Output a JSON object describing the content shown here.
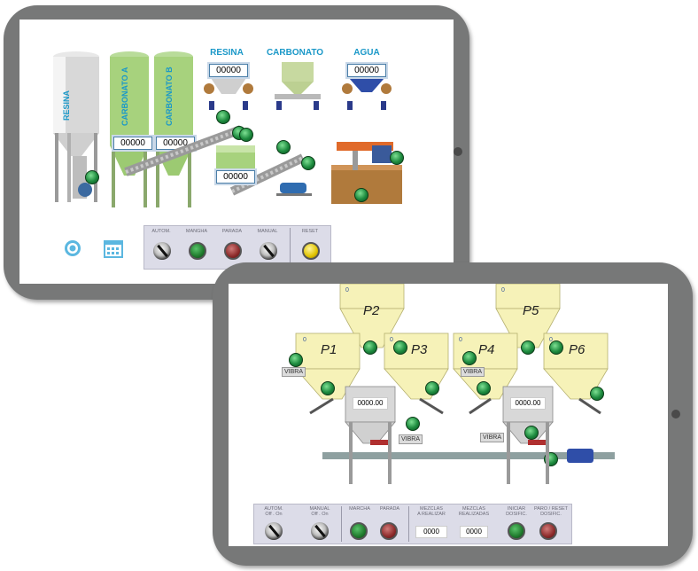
{
  "top_screen": {
    "silos": [
      {
        "label": "RESINA",
        "counter": ""
      },
      {
        "label": "CARBONATO A",
        "counter": "00000"
      },
      {
        "label": "CARBONATO B",
        "counter": "00000"
      }
    ],
    "hoppers": [
      {
        "label": "RESINA",
        "counter": "00000"
      },
      {
        "label": "CARBONATO",
        "counter": ""
      },
      {
        "label": "AGUA",
        "counter": "00000"
      }
    ],
    "mixer_counter": "00000",
    "control_panel": {
      "labels": [
        "AUTOM.",
        "MANGHA",
        "PARADA",
        "MANUAL",
        "RESET"
      ]
    },
    "icons": [
      "gear-icon",
      "calendar-icon"
    ],
    "accent": "#1a98c8"
  },
  "bottom_screen": {
    "hoppers": [
      "P1",
      "P2",
      "P3",
      "P4",
      "P5",
      "P6"
    ],
    "hopper_index": "0",
    "vibra_label": "VIBRA",
    "scales": [
      "0000.00",
      "0000.00"
    ],
    "control_panel": {
      "labels": [
        "AUTOM.\nOff . On",
        "MANUAL\nOff . On",
        "MARCHA",
        "PARADA",
        "MEZCLAS\nA REALIZAR",
        "MEZCLAS\nREALIZADAS",
        "INICIAR\nDOSIFIC.",
        "PARO / RESET\nDOSIFIC."
      ],
      "mezclas_a_realizar": "0000",
      "mezclas_realizadas": "0000"
    }
  }
}
